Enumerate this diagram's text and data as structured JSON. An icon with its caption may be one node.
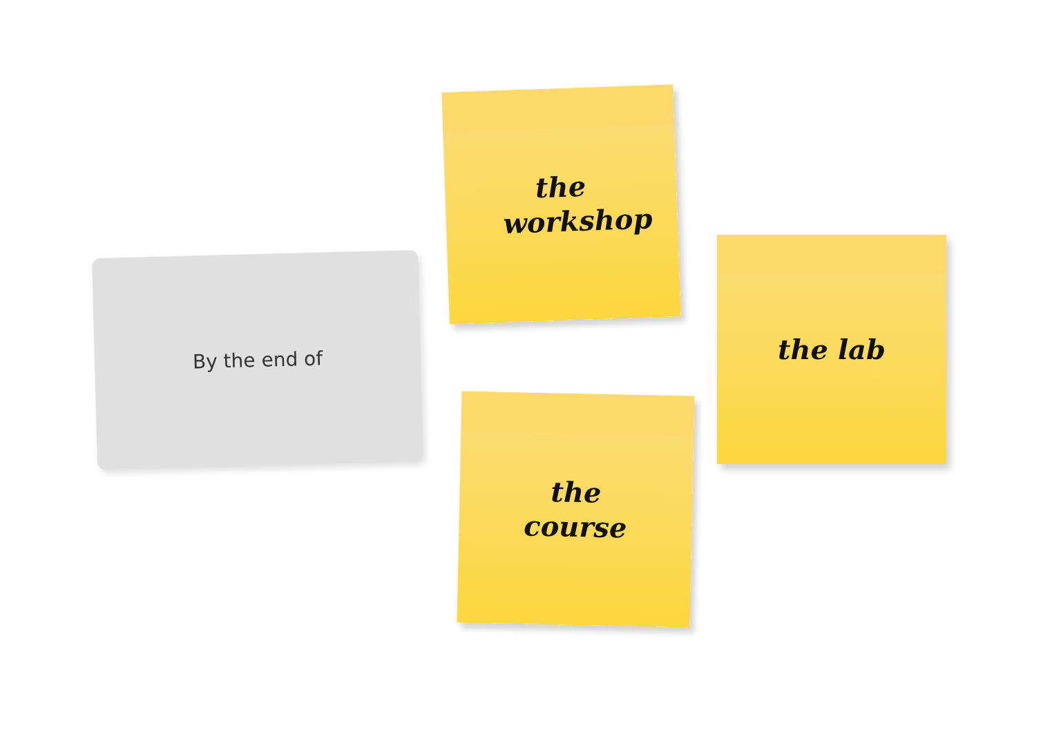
{
  "diagram": {
    "nodes": [
      {
        "text": [
          "By the end of"
        ]
      },
      {
        "text": [
          "the workshop"
        ]
      },
      {
        "text": [
          "the lab"
        ]
      },
      {
        "text": [
          "the course"
        ]
      }
    ]
  }
}
